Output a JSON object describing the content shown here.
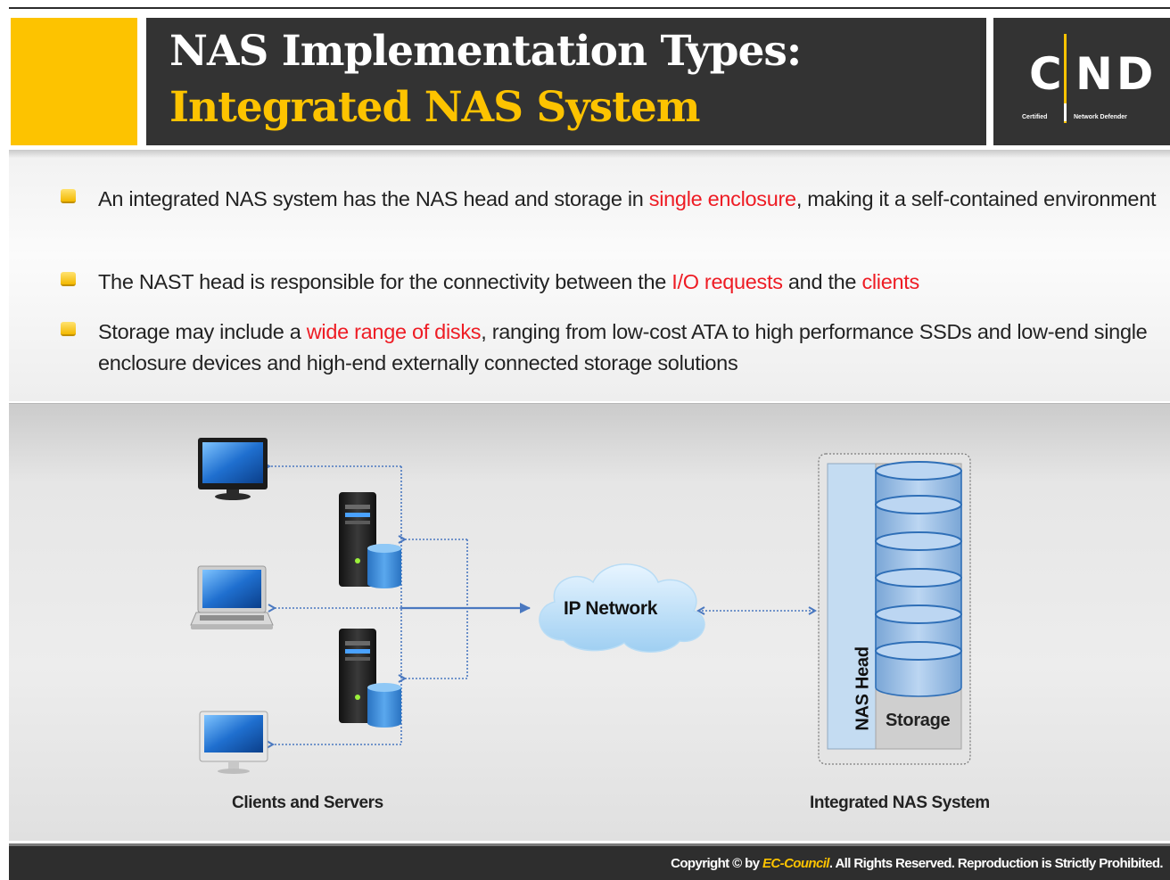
{
  "header": {
    "title_line1": "NAS Implementation Types:",
    "title_line2": "Integrated NAS System",
    "logo_c": "C",
    "logo_nd": "ND",
    "logo_sub1": "Certified",
    "logo_sub2": "Network Defender"
  },
  "bullets": [
    {
      "parts": [
        {
          "text": "An integrated NAS system has the NAS head and storage in ",
          "highlight": false
        },
        {
          "text": "single enclosure",
          "highlight": true
        },
        {
          "text": ", making it a self-contained environment",
          "highlight": false
        }
      ]
    },
    {
      "parts": [
        {
          "text": "The NAST head is responsible for the connectivity between the ",
          "highlight": false
        },
        {
          "text": "I/O requests",
          "highlight": true
        },
        {
          "text": " and the ",
          "highlight": false
        },
        {
          "text": "clients",
          "highlight": true
        }
      ]
    },
    {
      "parts": [
        {
          "text": "Storage may include a ",
          "highlight": false
        },
        {
          "text": "wide range of disks",
          "highlight": true
        },
        {
          "text": ", ranging from low-cost ATA to high performance SSDs and low-end single enclosure devices and high-end externally connected storage solutions",
          "highlight": false
        }
      ]
    }
  ],
  "diagram": {
    "network_label": "IP Network",
    "nas_head_label": "NAS Head",
    "storage_label": "Storage",
    "clients_caption": "Clients and Servers",
    "nas_caption": "Integrated NAS System"
  },
  "footer": {
    "prefix": "Copyright © by ",
    "brand": "EC-Council",
    "suffix": ". All Rights Reserved. Reproduction is Strictly Prohibited."
  },
  "colors": {
    "accent": "#fdc300",
    "header_bg": "#333333",
    "highlight": "#ee1c24",
    "connector": "#4a78c0"
  }
}
